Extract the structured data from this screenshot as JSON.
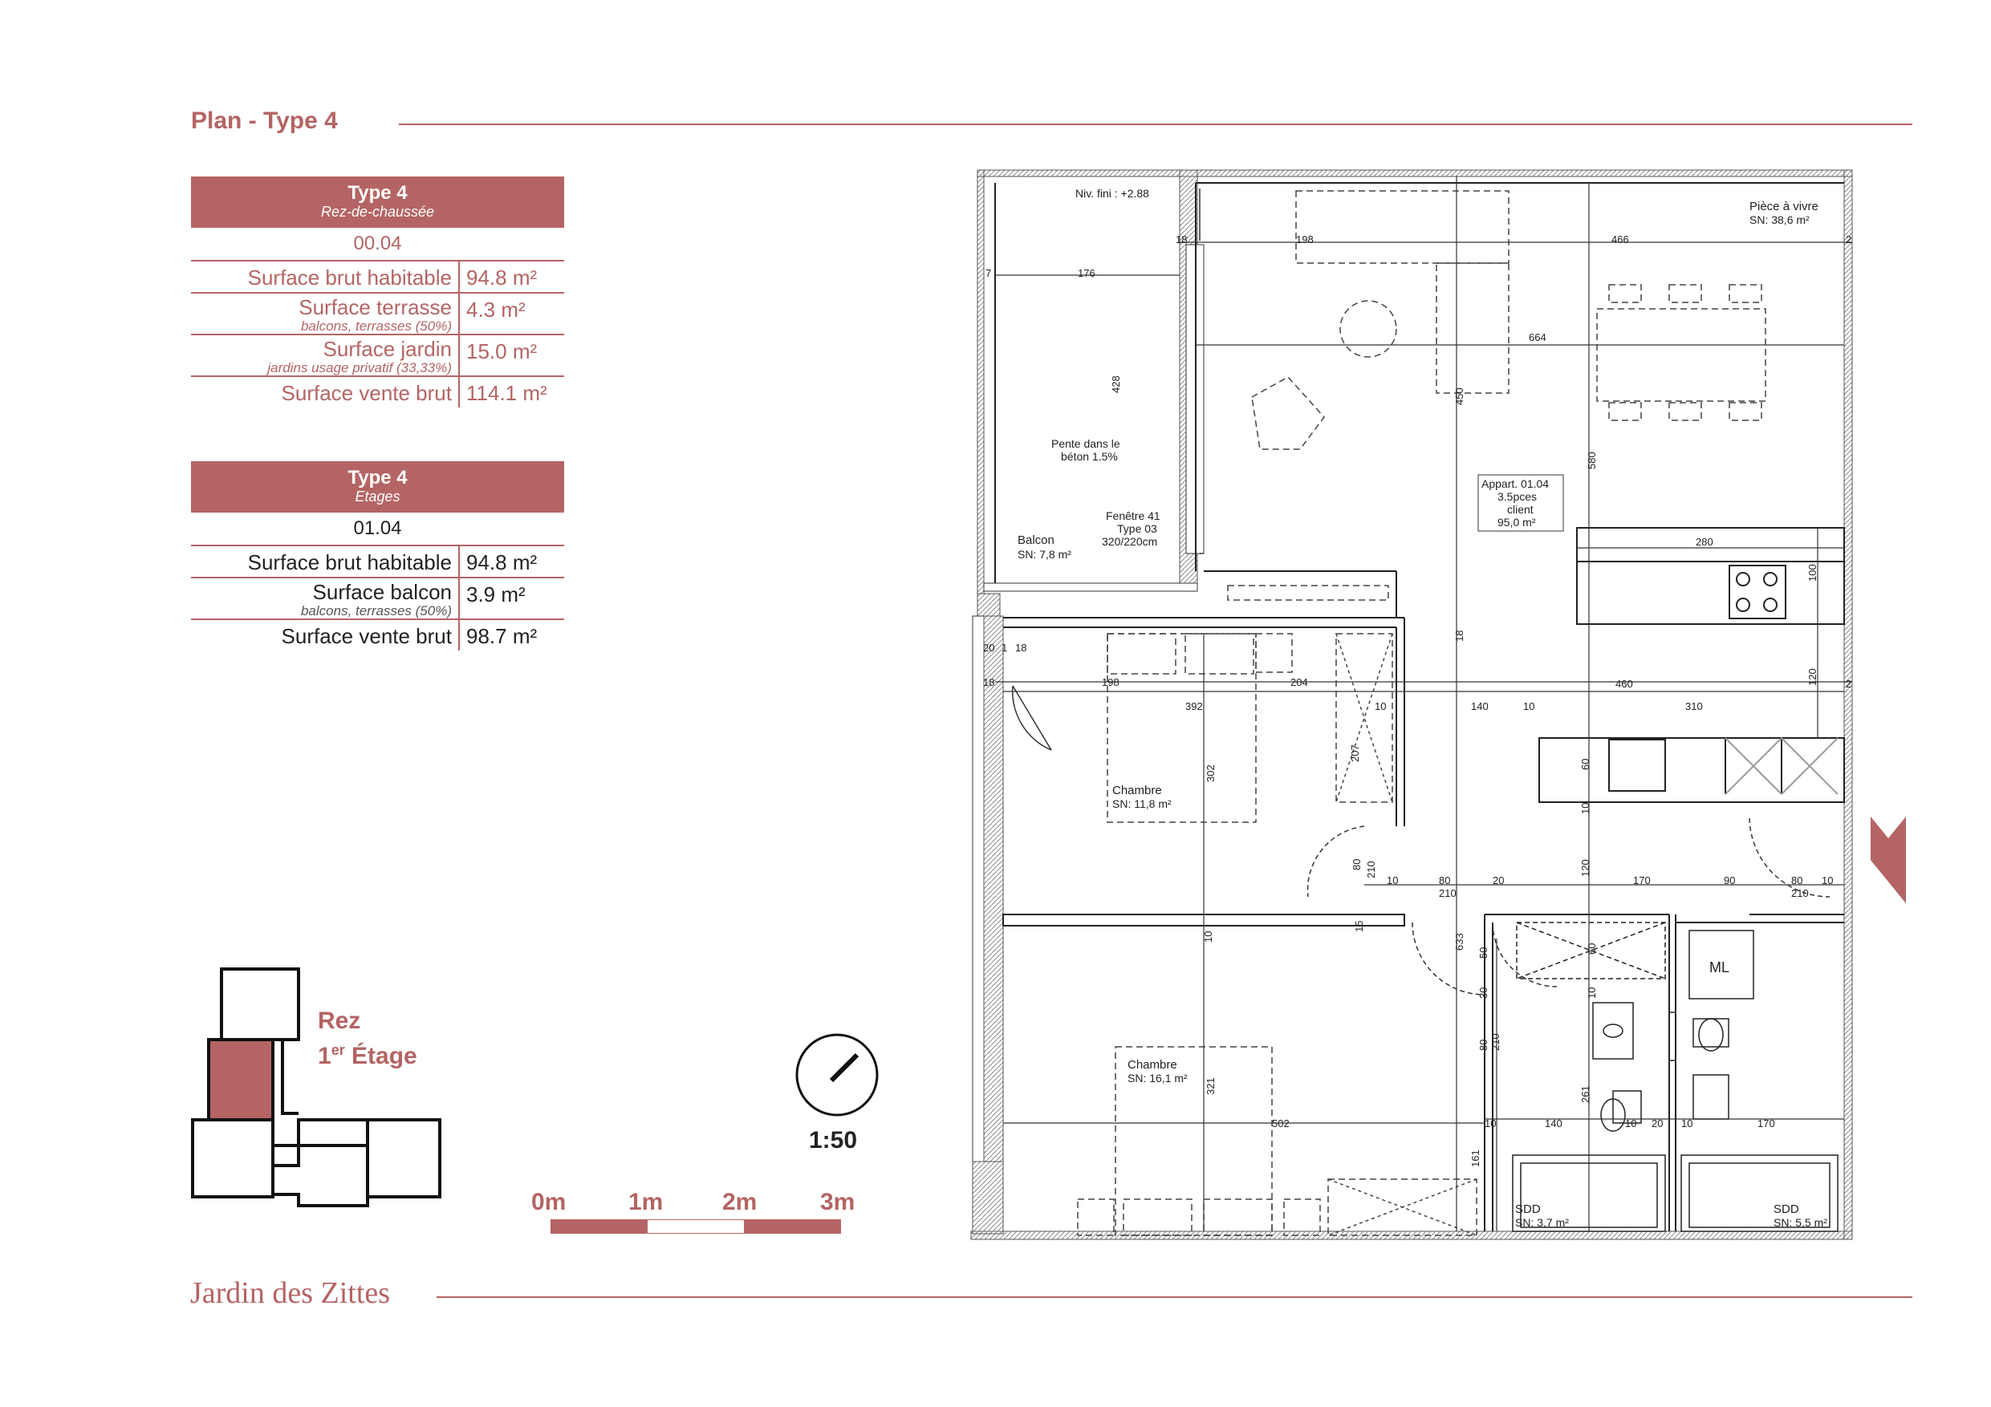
{
  "header": {
    "title": "Plan - Type 4"
  },
  "footer": {
    "title": "Jardin des Zittes"
  },
  "table_rez": {
    "title": "Type 4",
    "subtitle": "Rez-de-chaussée",
    "code": "00.04",
    "rows": [
      {
        "label": "Surface brut habitable",
        "sub": "",
        "value": "94.8 m²"
      },
      {
        "label": "Surface terrasse",
        "sub": "balcons, terrasses (50%)",
        "value": "4.3 m²"
      },
      {
        "label": "Surface jardin",
        "sub": "jardins usage privatif (33,33%)",
        "value": "15.0 m²"
      },
      {
        "label": "Surface vente brut",
        "sub": "",
        "value": "114.1 m²"
      }
    ]
  },
  "table_etages": {
    "title": "Type 4",
    "subtitle": "Etages",
    "code": "01.04",
    "rows": [
      {
        "label": "Surface brut habitable",
        "sub": "",
        "value": "94.8 m²"
      },
      {
        "label": "Surface balcon",
        "sub": "balcons, terrasses (50%)",
        "value": "3.9 m²"
      },
      {
        "label": "Surface vente brut",
        "sub": "",
        "value": "98.7 m²"
      }
    ]
  },
  "keyplan": {
    "line1": "Rez",
    "line2_prefix": "1",
    "line2_sup": "er",
    "line2_suffix": " Étage"
  },
  "scale": {
    "ratio": "1:50",
    "labels": [
      "0m",
      "1m",
      "2m",
      "3m"
    ]
  },
  "plan": {
    "rooms": {
      "balcon_name": "Balcon",
      "balcon_sn": "SN: 7,8 m²",
      "pente1": "Pente dans le",
      "pente2": "béton 1.5%",
      "niv": "Niv. fini : +2.88",
      "fenetre1": "Fenêtre 41",
      "fenetre2": "Type 03",
      "fenetre3": "320/220cm",
      "piece_name": "Pièce à vivre",
      "piece_sn": "SN: 38,6 m²",
      "appart1": "Appart. 01.04",
      "appart2": "3.5pces",
      "appart3": "client",
      "appart4": "95,0 m²",
      "chambre1_name": "Chambre",
      "chambre1_sn": "SN: 11,8 m²",
      "chambre2_name": "Chambre",
      "chambre2_sn": "SN: 16,1 m²",
      "ml": "ML",
      "sdd1_name": "SDD",
      "sdd1_sn": "SN: 3,7 m²",
      "sdd2_name": "SDD",
      "sdd2_sn": "SN: 5,5 m²"
    },
    "dims": {
      "d18a": "18",
      "d198a": "198",
      "d466": "466",
      "d2a": "2",
      "d7": "7",
      "d176": "176",
      "d664": "664",
      "d428": "428",
      "d450": "450",
      "d580": "580",
      "d280": "280",
      "d100": "100",
      "d20": "20",
      "d1": "1",
      "d18b": "18",
      "d18c": "18",
      "d18d": "18",
      "d198b": "198",
      "d204": "204",
      "d392": "392",
      "d10a": "10",
      "d140a": "140",
      "d10b": "10",
      "d460": "460",
      "d310": "310",
      "d120a": "120",
      "d2b": "2",
      "d302": "302",
      "d207": "207",
      "d60a": "60",
      "d10c": "10",
      "d80a": "80",
      "d210a": "210",
      "d10d": "10",
      "d80b": "80",
      "d210b": "210",
      "d20b": "20",
      "d120b": "120",
      "d170a": "170",
      "d90": "90",
      "d80c": "80",
      "d10e": "10",
      "d210c": "210",
      "d15": "15",
      "d633": "633",
      "d50": "50",
      "d60b": "60",
      "d10f": "10",
      "d30": "30",
      "d80d": "80",
      "d210d": "210",
      "d261": "261",
      "d321": "321",
      "d502": "502",
      "d10g": "10",
      "d140b": "140",
      "d10h": "10",
      "d20c": "20",
      "d10i": "10",
      "d170b": "170",
      "d161": "161",
      "d10j": "10"
    }
  }
}
